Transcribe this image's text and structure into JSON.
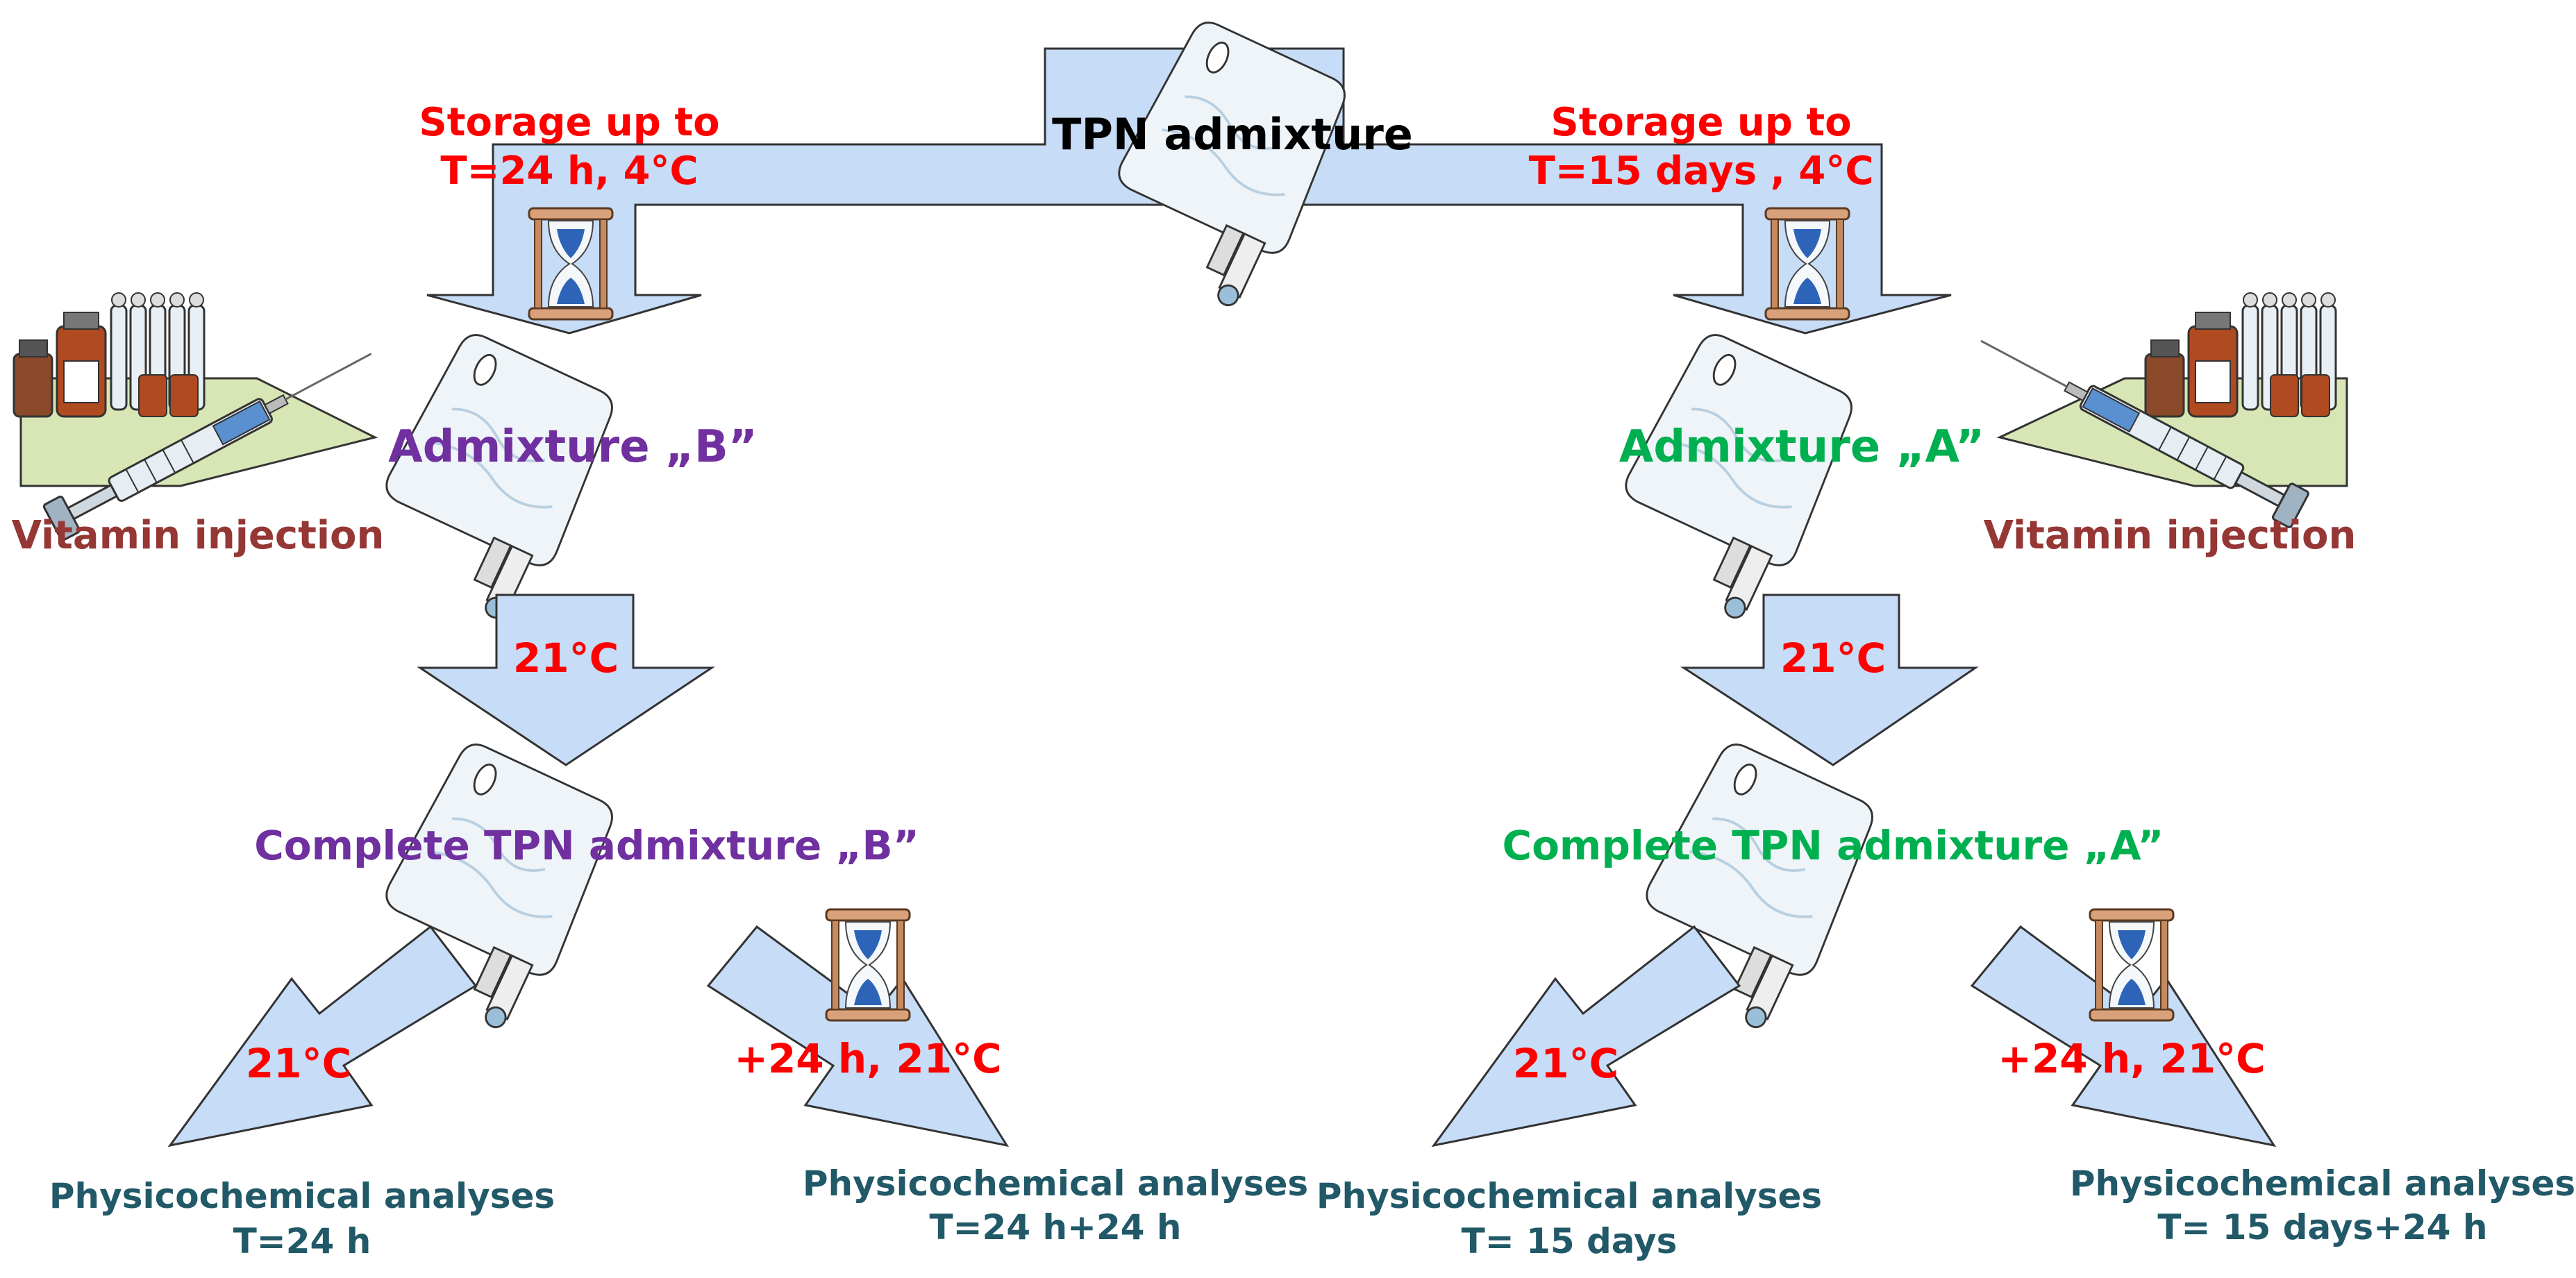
{
  "colors": {
    "arrow_fill": "#c6dcf7",
    "red": "#ff0000",
    "purple": "#7030a0",
    "green": "#00b050",
    "brown": "#953735",
    "teal": "#215968"
  },
  "top": {
    "title": "TPN admixture",
    "left_storage": [
      "Storage up to",
      "T=24 h, 4°C"
    ],
    "right_storage": [
      "Storage up to",
      "T=15 days , 4°C"
    ]
  },
  "left": {
    "admixture_label": "Admixture „B”",
    "vitamin_label": "Vitamin injection",
    "temp_label": "21°C",
    "complete_label": "Complete TPN admixture „B”",
    "branch_left_temp": "21°C",
    "branch_right_temp": "+24 h, 21°C",
    "analysis_1": [
      "Physicochemical analyses",
      "T=24 h"
    ],
    "analysis_2": [
      "Physicochemical analyses",
      "T=24 h+24 h"
    ]
  },
  "right": {
    "admixture_label": "Admixture „A”",
    "vitamin_label": "Vitamin injection",
    "temp_label": "21°C",
    "complete_label": "Complete TPN admixture „A”",
    "branch_left_temp": "21°C",
    "branch_right_temp": "+24 h, 21°C",
    "analysis_1": [
      "Physicochemical analyses",
      "T= 15 days"
    ],
    "analysis_2": [
      "Physicochemical analyses",
      "T= 15 days+24 h"
    ]
  },
  "icons": [
    "iv-bag-icon",
    "hourglass-icon",
    "syringe-icon",
    "vials-icon"
  ]
}
